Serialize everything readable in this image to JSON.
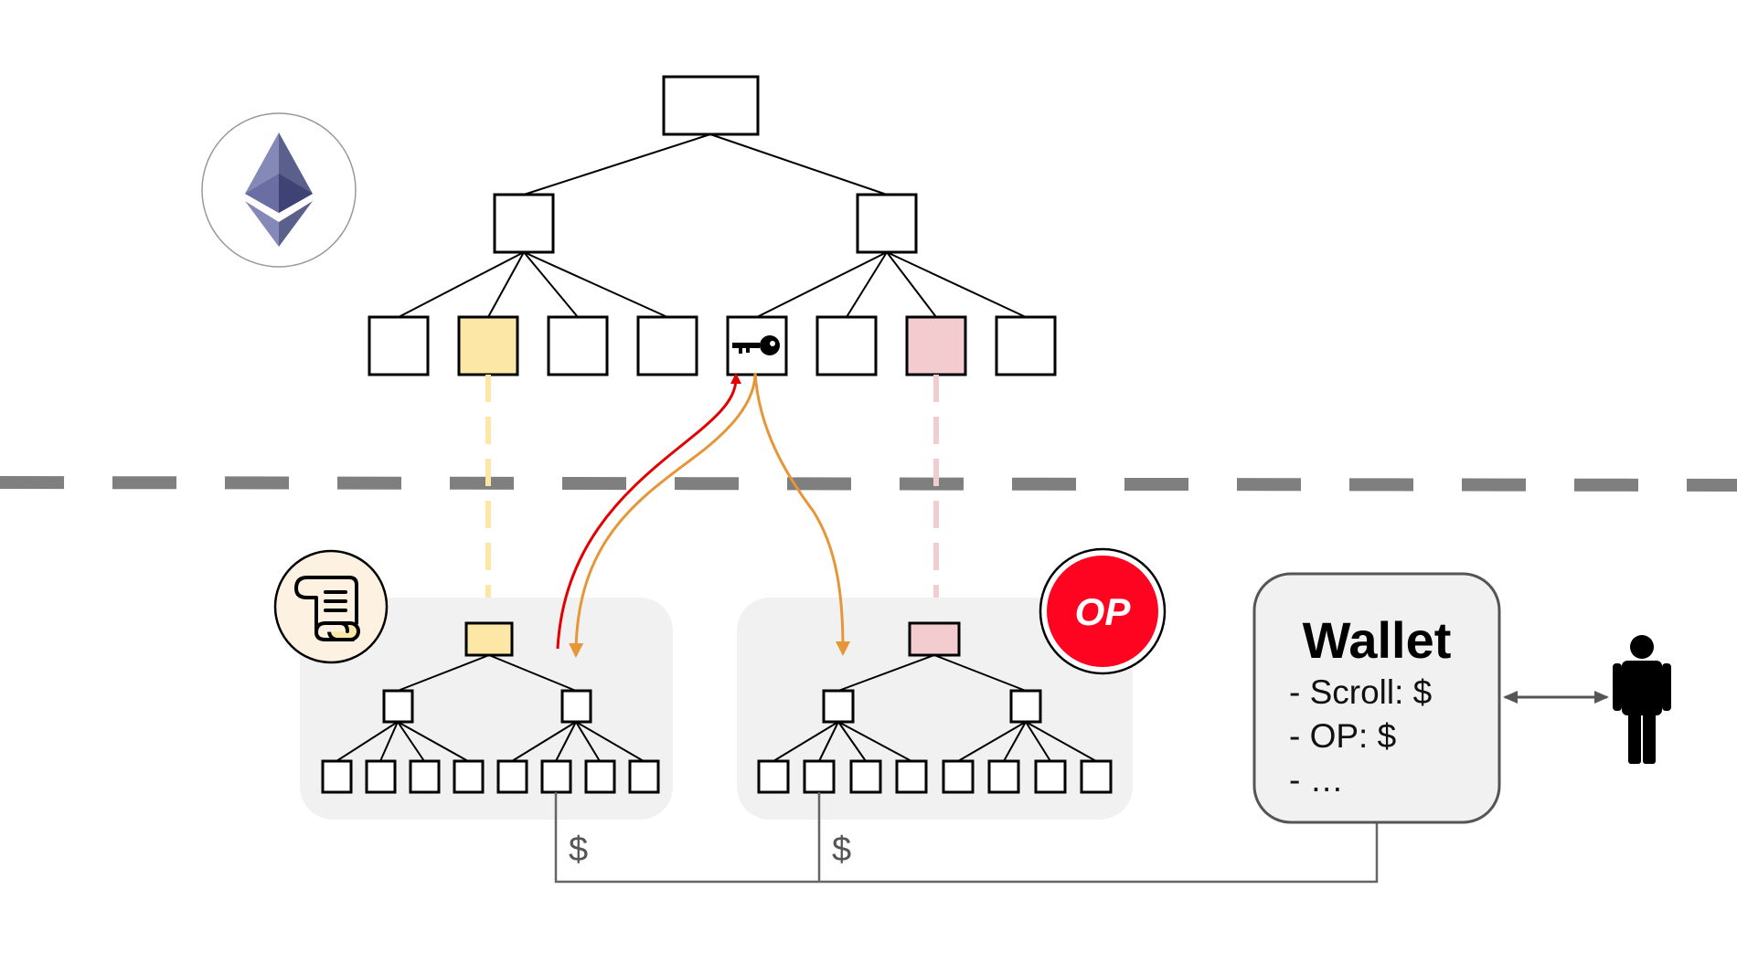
{
  "colors": {
    "eth_logo": "#5b5f8c",
    "scroll_highlight": "#fde7a6",
    "op_highlight": "#f3cccf",
    "op_red": "#ff0420",
    "scroll_badge_bg": "#fdf1e2",
    "arrow_red": "#e50000",
    "arrow_orange": "#e69637",
    "divider": "#7f7f7f",
    "panel": "#f1f1f1",
    "connector": "#666666"
  },
  "icons": {
    "ethereum": "ethereum-logo-icon",
    "scroll": "scroll-logo-icon",
    "optimism": "optimism-logo-icon",
    "key": "key-icon",
    "person": "person-icon"
  },
  "optimism_badge": {
    "label": "OP"
  },
  "wallet": {
    "title": "Wallet",
    "lines": [
      "- Scroll: $",
      "- OP: $",
      "- …"
    ]
  },
  "balances": {
    "scroll_dollar": "$",
    "op_dollar": "$"
  }
}
